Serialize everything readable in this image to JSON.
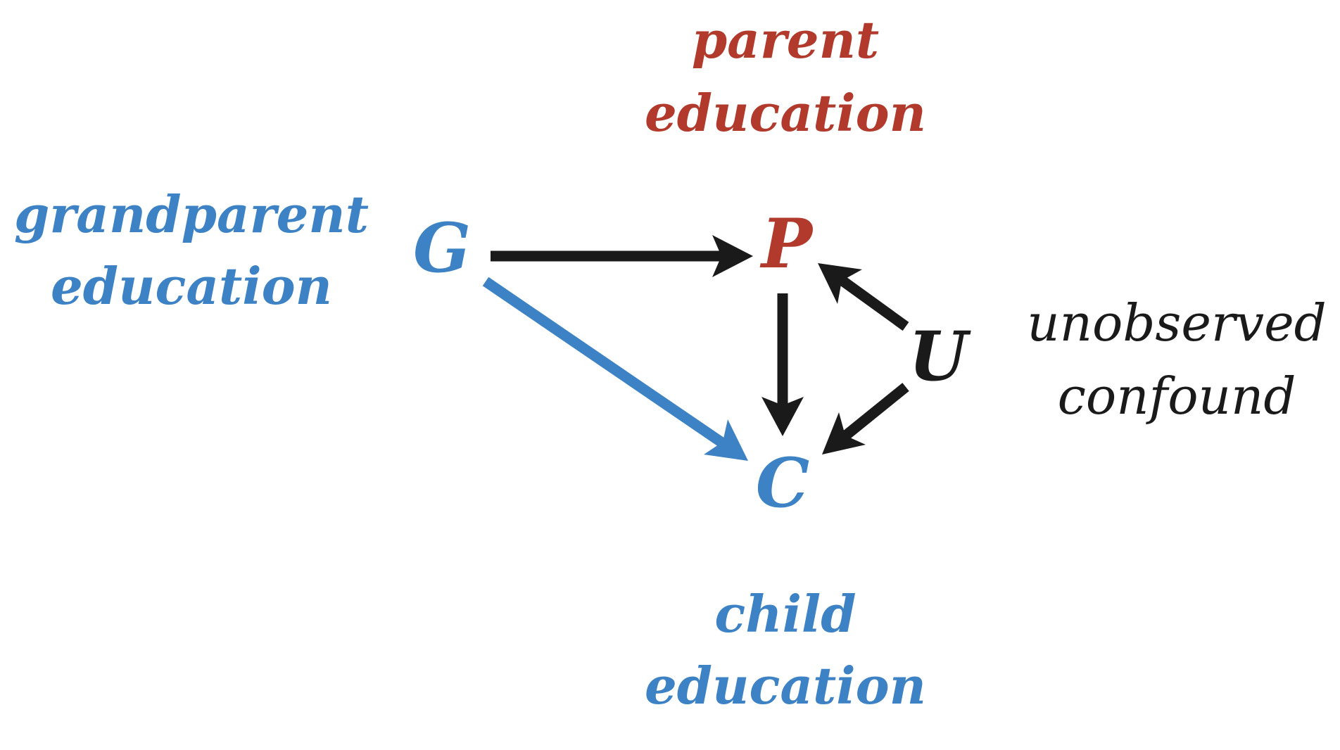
{
  "colors": {
    "blue": "#3d82c4",
    "red": "#b23a2c",
    "black": "#1a1a1a"
  },
  "nodes": {
    "G": {
      "symbol": "G",
      "label_line1": "grandparent",
      "label_line2": "education",
      "color": "blue"
    },
    "P": {
      "symbol": "P",
      "label_line1": "parent",
      "label_line2": "education",
      "color": "red"
    },
    "C": {
      "symbol": "C",
      "label_line1": "child",
      "label_line2": "education",
      "color": "blue"
    },
    "U": {
      "symbol": "U",
      "label_line1": "unobserved",
      "label_line2": "confound",
      "color": "black"
    }
  },
  "edges": [
    {
      "from": "G",
      "to": "P",
      "color": "black"
    },
    {
      "from": "G",
      "to": "C",
      "color": "blue"
    },
    {
      "from": "P",
      "to": "C",
      "color": "black"
    },
    {
      "from": "U",
      "to": "P",
      "color": "black"
    },
    {
      "from": "U",
      "to": "C",
      "color": "black"
    }
  ]
}
